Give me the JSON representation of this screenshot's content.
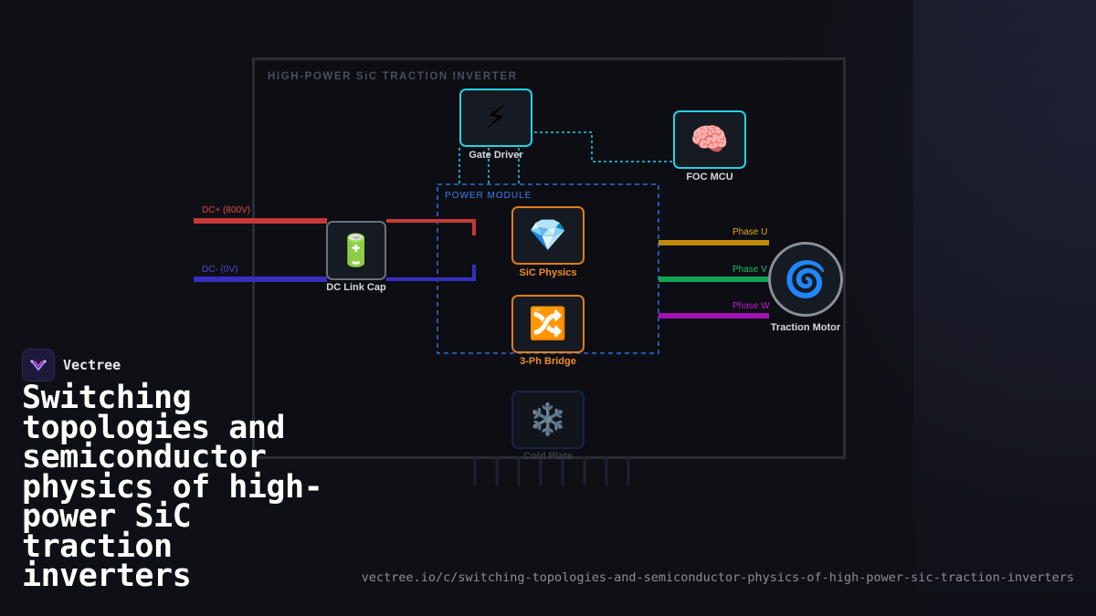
{
  "diagram": {
    "panel_title": "HIGH-POWER SiC TRACTION INVERTER",
    "module_label": "POWER MODULE",
    "nodes": {
      "gate_driver": {
        "label": "Gate Driver",
        "icon": "lightning-icon",
        "glyph": "⚡"
      },
      "foc_mcu": {
        "label": "FOC MCU",
        "icon": "brain-icon",
        "glyph": "🧠"
      },
      "dc_link_cap": {
        "label": "DC Link Cap",
        "icon": "battery-icon",
        "glyph": "🔋"
      },
      "sic_physics": {
        "label": "SiC Physics",
        "icon": "gem-icon",
        "glyph": "💎"
      },
      "bridge": {
        "label": "3-Ph Bridge",
        "icon": "shuffle-icon",
        "glyph": "🔀"
      },
      "cold_plate": {
        "label": "Cold Plate",
        "icon": "snowflake-icon",
        "glyph": "❄️"
      },
      "traction_motor": {
        "label": "Traction Motor",
        "icon": "cyclone-icon",
        "glyph": "🌀"
      }
    },
    "wires": {
      "dc_plus": {
        "label": "DC+ (800V)",
        "color": "#d43b3b"
      },
      "dc_minus": {
        "label": "DC- (0V)",
        "color": "#3a35c9"
      },
      "phase_u": {
        "label": "Phase U",
        "color": "#d49a12"
      },
      "phase_v": {
        "label": "Phase V",
        "color": "#12b35a"
      },
      "phase_w": {
        "label": "Phase W",
        "color": "#b014c4"
      }
    },
    "colors": {
      "control": "#22d3e6",
      "module": "#3b7ff0",
      "power": "#e37d1a"
    }
  },
  "brand": {
    "name": "Vectree",
    "icon": "vectree-logo-icon"
  },
  "headline": "Switching topologies and semiconductor physics of high-power SiC traction inverters",
  "url": "vectree.io/c/switching-topologies-and-semiconductor-physics-of-high-power-sic-traction-inverters"
}
